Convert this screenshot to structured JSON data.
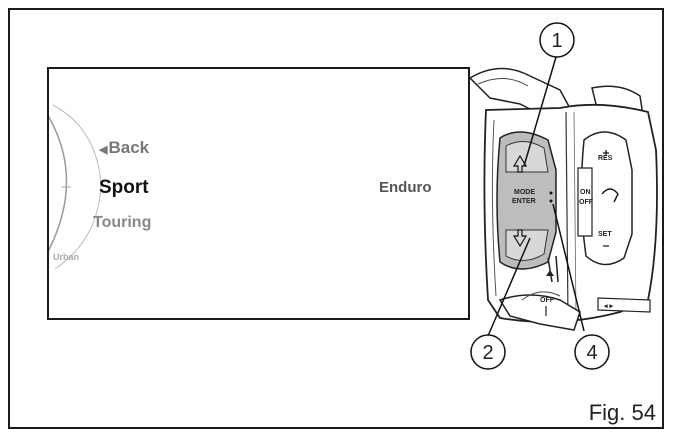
{
  "screen": {
    "items": {
      "back": "Back",
      "sport": "Sport",
      "touring": "Touring",
      "urban": "Urban",
      "enduro": "Enduro"
    }
  },
  "controller": {
    "mode_label": "MODE",
    "enter_label": "ENTER",
    "on_label": "ON",
    "off_label": "OFF",
    "res_label": "RES",
    "set_label": "SET",
    "off_switch_label": "OFF"
  },
  "callouts": [
    "1",
    "2",
    "4"
  ],
  "figure_label": "Fig. 54",
  "colors": {
    "line": "#1a1a1a",
    "selected_text": "#111111",
    "dim_text": "#888888"
  }
}
